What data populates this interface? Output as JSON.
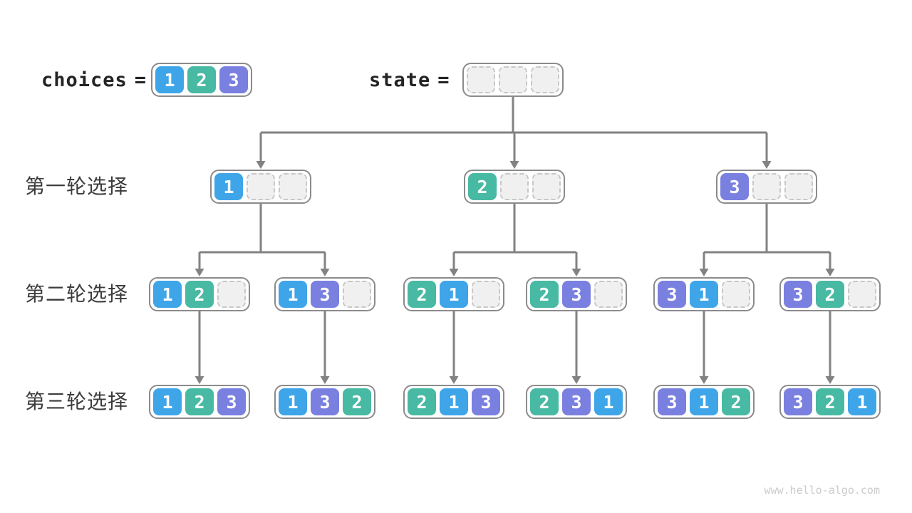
{
  "page": {
    "watermark": "www.hello-algo.com",
    "background": "#FFFFFF"
  },
  "colors": {
    "value1": "#3FA5E9",
    "value2": "#48B9A3",
    "value3": "#7A80DF",
    "empty_fill": "#F0F0F0",
    "empty_border": "#C8C8C8",
    "box_border": "#8B8B8B",
    "connector": "#828282",
    "label_text": "#3C3C3C",
    "code_text": "#242424",
    "watermark_text": "#CBCBCB"
  },
  "header": {
    "choices_label": "choices",
    "equals": "=",
    "state_label": "state",
    "choices_values": [
      1,
      2,
      3
    ],
    "state_values": []
  },
  "box_capacity": 3,
  "rounds": [
    {
      "label": "第一轮选择",
      "nodes": [
        [
          1
        ],
        [
          2
        ],
        [
          3
        ]
      ]
    },
    {
      "label": "第二轮选择",
      "nodes": [
        [
          1,
          2
        ],
        [
          1,
          3
        ],
        [
          2,
          1
        ],
        [
          2,
          3
        ],
        [
          3,
          1
        ],
        [
          3,
          2
        ]
      ]
    },
    {
      "label": "第三轮选择",
      "nodes": [
        [
          1,
          2,
          3
        ],
        [
          1,
          3,
          2
        ],
        [
          2,
          1,
          3
        ],
        [
          2,
          3,
          1
        ],
        [
          3,
          1,
          2
        ],
        [
          3,
          2,
          1
        ]
      ]
    }
  ]
}
